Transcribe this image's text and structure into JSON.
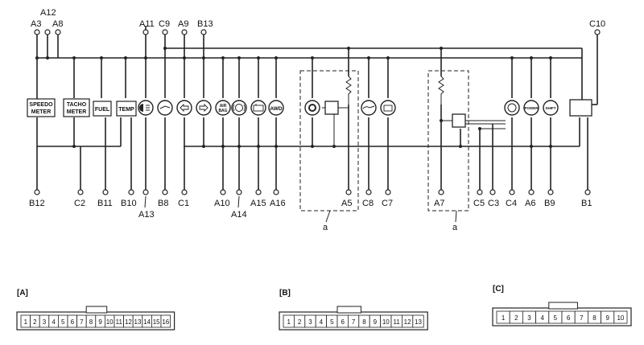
{
  "top_terminals": [
    {
      "id": "A3"
    },
    {
      "id": "A12"
    },
    {
      "id": "A8"
    },
    {
      "id": "A11"
    },
    {
      "id": "C9"
    },
    {
      "id": "A9"
    },
    {
      "id": "B13"
    },
    {
      "id": "C10"
    }
  ],
  "bottom_terminals": [
    {
      "id": "B12"
    },
    {
      "id": "C2"
    },
    {
      "id": "B11"
    },
    {
      "id": "B10"
    },
    {
      "id": "A13"
    },
    {
      "id": "B8"
    },
    {
      "id": "C1"
    },
    {
      "id": "A10"
    },
    {
      "id": "A14"
    },
    {
      "id": "A15"
    },
    {
      "id": "A16"
    },
    {
      "id": "A5"
    },
    {
      "id": "C8"
    },
    {
      "id": "C7"
    },
    {
      "id": "A7"
    },
    {
      "id": "C5"
    },
    {
      "id": "C3"
    },
    {
      "id": "C4"
    },
    {
      "id": "A6"
    },
    {
      "id": "B9"
    },
    {
      "id": "B1"
    }
  ],
  "boxes": {
    "speedometer": "SPEEDO\nMETER",
    "tachometer": "TACHO\nMETER",
    "fuel": "FUEL",
    "temp": "TEMP"
  },
  "circle_labels": {
    "high_beam": "",
    "oil": "",
    "turn_left": "",
    "turn_right": "",
    "air_bag": "AIR\nBAG",
    "brake": "",
    "engine": "",
    "awd": "AWD",
    "abs": "",
    "oil_pressure": "",
    "charge": "",
    "door": "",
    "power": "POWER",
    "shift": "SHIFT"
  },
  "ref_labels": {
    "left": "a",
    "right": "a"
  },
  "connectors": [
    {
      "name": "[A]",
      "pins": [
        "1",
        "2",
        "3",
        "4",
        "5",
        "6",
        "7",
        "8",
        "9",
        "10",
        "11",
        "12",
        "13",
        "14",
        "15",
        "16"
      ]
    },
    {
      "name": "[B]",
      "pins": [
        "1",
        "2",
        "3",
        "4",
        "5",
        "6",
        "7",
        "8",
        "9",
        "10",
        "11",
        "12",
        "13"
      ]
    },
    {
      "name": "[C]",
      "pins": [
        "1",
        "2",
        "3",
        "4",
        "5",
        "6",
        "7",
        "8",
        "9",
        "10"
      ]
    }
  ]
}
